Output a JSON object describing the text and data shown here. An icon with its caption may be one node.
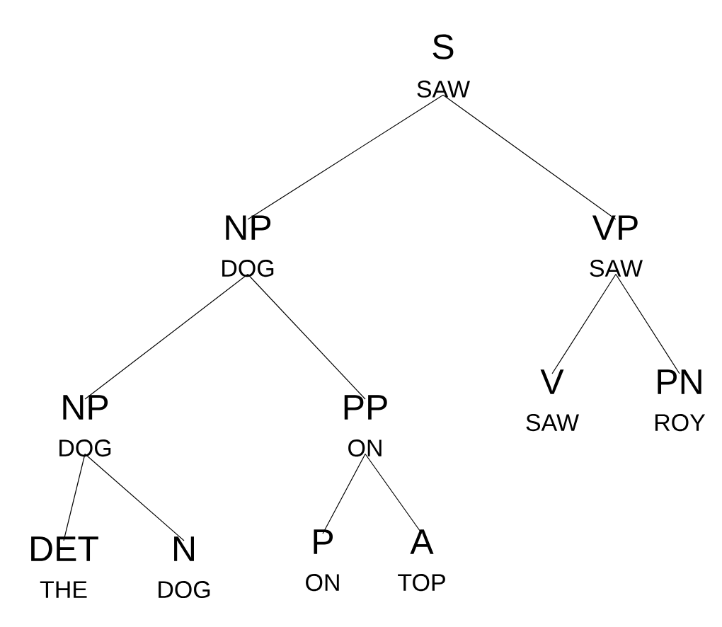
{
  "diagram": {
    "nodes": [
      {
        "text": [
          "S",
          "SAW"
        ]
      },
      {
        "text": [
          "NP",
          "DOG"
        ]
      },
      {
        "text": [
          "VP",
          "SAW"
        ]
      },
      {
        "text": [
          "NP",
          "DOG"
        ]
      },
      {
        "text": [
          "PP",
          "ON"
        ]
      },
      {
        "text": [
          "V",
          "SAW"
        ]
      },
      {
        "text": [
          "PN",
          "ROY"
        ]
      },
      {
        "text": [
          "DET",
          "THE"
        ]
      },
      {
        "text": [
          "N",
          "DOG"
        ]
      },
      {
        "text": [
          "P",
          "ON"
        ]
      },
      {
        "text": [
          "A",
          "TOP"
        ]
      }
    ],
    "edges": [
      {
        "from": 0,
        "to": 1,
        "arrow": "none"
      },
      {
        "from": 0,
        "to": 2,
        "arrow": "none"
      },
      {
        "from": 1,
        "to": 3,
        "arrow": "none"
      },
      {
        "from": 1,
        "to": 4,
        "arrow": "none"
      },
      {
        "from": 2,
        "to": 5,
        "arrow": "none"
      },
      {
        "from": 2,
        "to": 6,
        "arrow": "none"
      },
      {
        "from": 3,
        "to": 7,
        "arrow": "none"
      },
      {
        "from": 3,
        "to": 8,
        "arrow": "none"
      },
      {
        "from": 4,
        "to": 9,
        "arrow": "none"
      },
      {
        "from": 4,
        "to": 10,
        "arrow": "none"
      }
    ]
  }
}
